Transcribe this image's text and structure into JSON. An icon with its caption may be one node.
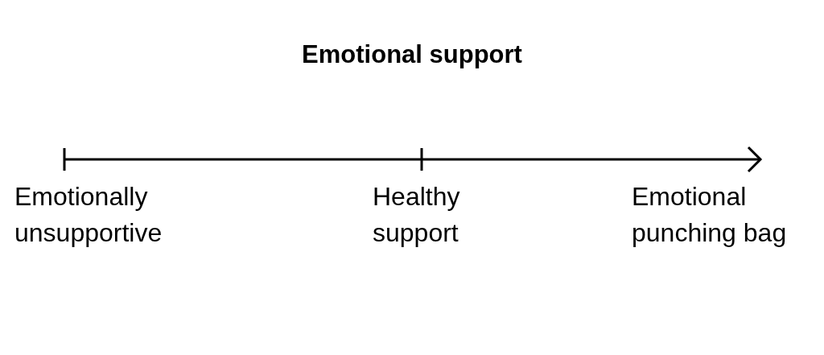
{
  "diagram": {
    "title": "Emotional support",
    "labels": [
      "Emotionally unsupportive",
      "Healthy support",
      "Emotional punching bag"
    ]
  }
}
